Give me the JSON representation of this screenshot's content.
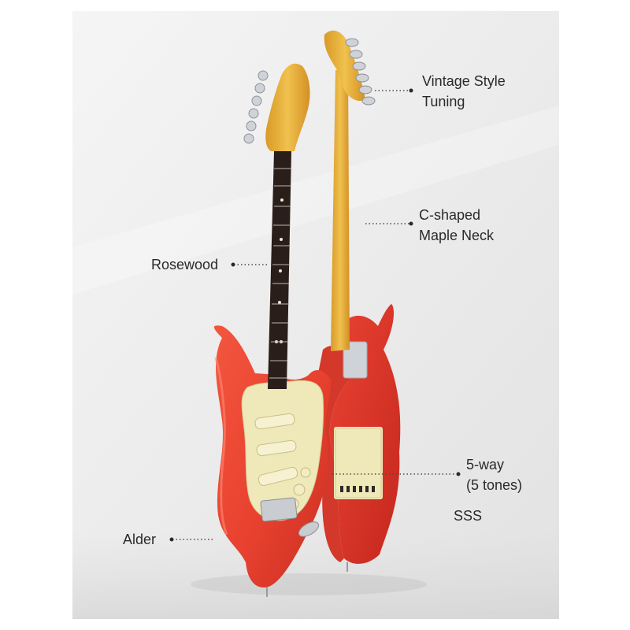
{
  "image": {
    "subject": "red-electric-guitar",
    "colors": {
      "body": "#ee4b3a",
      "pickguard": "#efe8b8",
      "fretboard": "#2a1e1a",
      "maple": "#e4b23a",
      "background": "#ececec"
    }
  },
  "callouts": {
    "tuning": {
      "line1": "Vintage Style",
      "line2": "Tuning"
    },
    "neck": {
      "line1": "C-shaped",
      "line2": "Maple Neck"
    },
    "fretboard": {
      "label": "Rosewood"
    },
    "switch": {
      "line1": "5-way",
      "line2": "(5 tones)"
    },
    "pickups": {
      "label": "SSS"
    },
    "body": {
      "label": "Alder"
    }
  }
}
